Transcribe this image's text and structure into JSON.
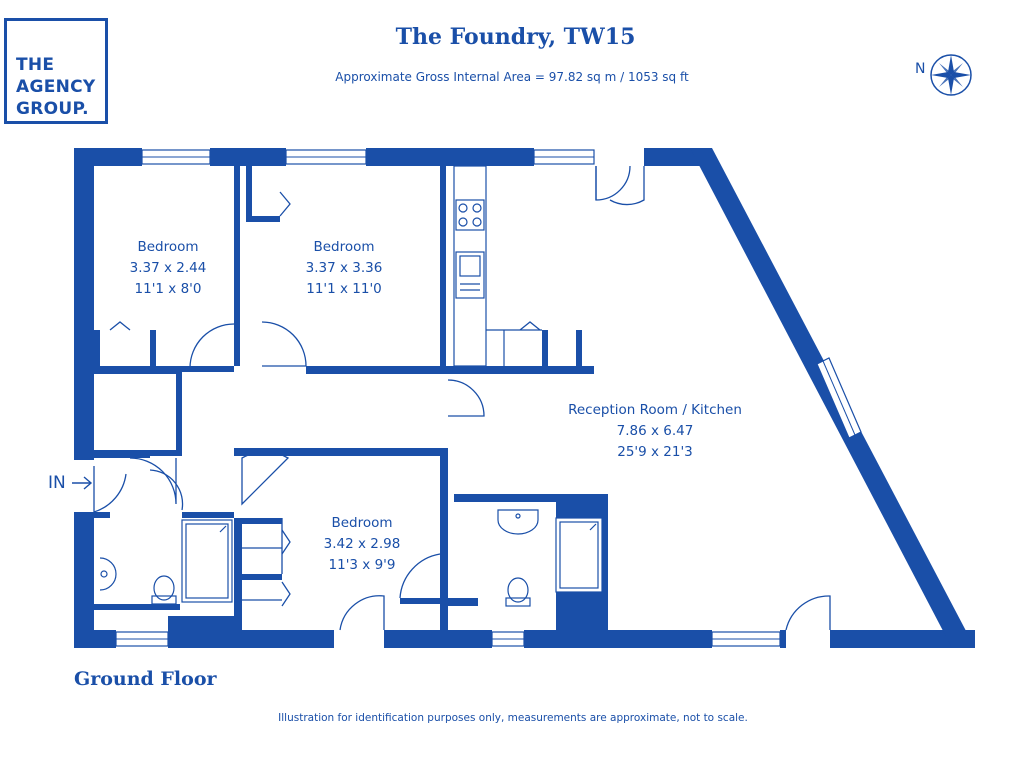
{
  "logo": {
    "line1": "THE",
    "line2": "AGENCY",
    "line3": "GROUP."
  },
  "header": {
    "title": "The Foundry, TW15",
    "subtitle": "Approximate Gross Internal Area = 97.82 sq m / 1053 sq ft"
  },
  "compass": {
    "label": "N",
    "icon": "compass-rose-icon"
  },
  "entrance": {
    "label": "IN",
    "icon": "arrow-right-icon"
  },
  "rooms": [
    {
      "name": "Bedroom",
      "metric": "3.37 x 2.44",
      "imperial": "11'1 x 8'0"
    },
    {
      "name": "Bedroom",
      "metric": "3.37 x 3.36",
      "imperial": "11'1 x 11'0"
    },
    {
      "name": "Reception Room / Kitchen",
      "metric": "7.86 x 6.47",
      "imperial": "25'9 x 21'3"
    },
    {
      "name": "Bedroom",
      "metric": "3.42 x 2.98",
      "imperial": "11'3 x 9'9"
    }
  ],
  "floor_label": "Ground Floor",
  "disclaimer": "Illustration for identification purposes only, measurements are approximate, not to scale.",
  "colors": {
    "wall": "#1a4fa8",
    "background": "#ffffff"
  }
}
